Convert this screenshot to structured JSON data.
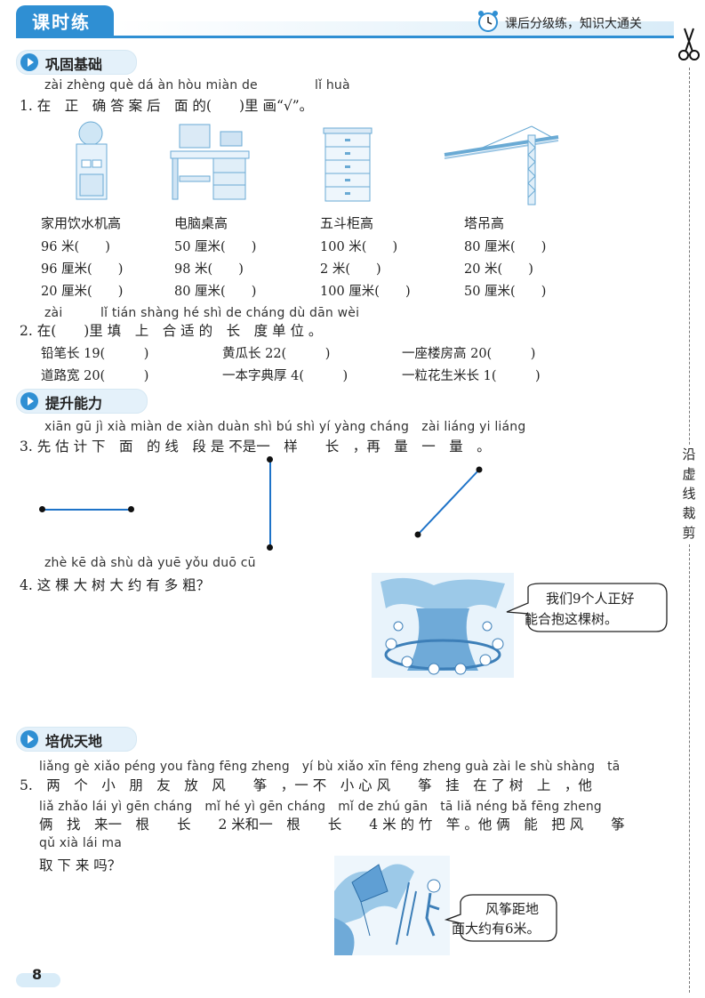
{
  "header": {
    "tab_title": "课时练",
    "subtitle": "课后分级练，知识大通关",
    "accent_color": "#2f8fd3",
    "clock_icon": "alarm-clock-icon",
    "scissors_icon": "scissors-icon"
  },
  "side_label": [
    "沿",
    "虚",
    "线",
    "裁",
    "剪"
  ],
  "sections": {
    "s1": "巩固基础",
    "s2": "提升能力",
    "s3": "培优天地"
  },
  "q1": {
    "pinyin_a": "zài zhèng què dá àn hòu miàn de",
    "pinyin_b": "lǐ huà",
    "text": "1. 在　正　确 答 案 后　面 的(　　)里 画“√”。",
    "items": [
      {
        "title": "家用饮水机高",
        "options": [
          "96 米(　　)",
          "96 厘米(　　)",
          "20 厘米(　　)"
        ]
      },
      {
        "title": "电脑桌高",
        "options": [
          "50 厘米(　　)",
          "98 米(　　)",
          "80 厘米(　　)"
        ]
      },
      {
        "title": "五斗柜高",
        "options": [
          "100 米(　　)",
          "2 米(　　)",
          "100 厘米(　　)"
        ]
      },
      {
        "title": "塔吊高",
        "options": [
          "80 厘米(　　)",
          "20 米(　　)",
          "50 厘米(　　)"
        ]
      }
    ]
  },
  "q2": {
    "pinyin": "zài　　　lǐ tián shàng hé shì de cháng dù dān wèi",
    "text": "2. 在(　　)里 填　上　合 适 的　长　度 单 位 。",
    "row1": [
      "铅笔长 19(　　　)",
      "黄瓜长 22(　　　)",
      "一座楼房高 20(　　　)"
    ],
    "row2": [
      "道路宽 20(　　　)",
      "一本字典厚 4(　　　)",
      "一粒花生米长 1(　　　)"
    ]
  },
  "q3": {
    "pinyin": "xiān gū jì xià miàn de xiàn duàn shì bú shì yí yàng cháng　zài liáng yi liáng",
    "text": "3. 先 估 计 下　面　的 线　段 是 不是一　样　　长　，再　量　一　量　。"
  },
  "q4": {
    "pinyin": "zhè kē dà shù dà yuē yǒu duō cū",
    "text": "4. 这 棵 大 树 大 约 有 多 粗？",
    "bubble_line1": "我们9个人正好",
    "bubble_line2": "能合抱这棵树。"
  },
  "q5": {
    "pinyin1": "liǎng gè xiǎo péng you fàng fēng zheng　yí bù xiǎo xīn fēng zheng guà zài le shù shàng　tā",
    "line1": "5.　两　个　小　朋　友　放　风　　筝　，一 不　小 心 风　　筝　挂　在 了 树　上　，他",
    "pinyin2": "liǎ zhǎo lái yì gēn cháng　mǐ hé yì gēn cháng　mǐ de zhú gān　tā liǎ néng bǎ fēng zheng",
    "line2": "俩　找　来一　根　　长　　2 米和一　根　　长　　4 米 的 竹　竿 。他 俩　能　把 风　　筝",
    "pinyin3": "qǔ xià lái ma",
    "line3": "取 下 来 吗？",
    "bubble_line1": "风筝距地",
    "bubble_line2": "面大约有6米。"
  },
  "footer": {
    "page_number": "8"
  }
}
